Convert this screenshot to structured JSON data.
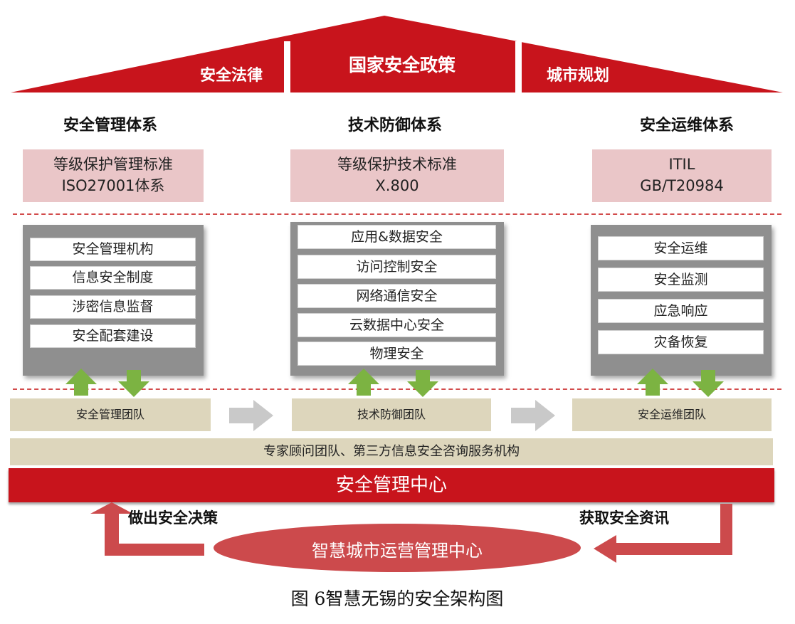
{
  "roof": {
    "left": "安全法律",
    "center": "国家安全政策",
    "right": "城市规划",
    "color": "#c8141c"
  },
  "columns": [
    {
      "heading": "安全管理体系",
      "standard_line1": "等级保护管理标准",
      "standard_line2": "ISO27001体系",
      "items": [
        "安全管理机构",
        "信息安全制度",
        "涉密信息监督",
        "安全配套建设"
      ],
      "team": "安全管理团队"
    },
    {
      "heading": "技术防御体系",
      "standard_line1": "等级保护技术标准",
      "standard_line2": "X.800",
      "items": [
        "应用&数据安全",
        "访问控制安全",
        "网络通信安全",
        "云数据中心安全",
        "物理安全"
      ],
      "team": "技术防御团队"
    },
    {
      "heading": "安全运维体系",
      "standard_line1": "ITIL",
      "standard_line2": "GB/T20984",
      "items": [
        "安全运维",
        "安全监测",
        "应急响应",
        "灾备恢复"
      ],
      "team": "安全运维团队"
    }
  ],
  "expert_bar": "专家顾问团队、第三方信息安全咨询服务机构",
  "center_bar": "安全管理中心",
  "left_flow_label": "做出安全决策",
  "right_flow_label": "获取安全资讯",
  "ops_center": "智慧城市运营管理中心",
  "caption": "图 6智慧无锡的安全架构图",
  "colors": {
    "red": "#c8141c",
    "pink_box": "#eac6c8",
    "tan": "#ddd6bc",
    "green_arrow": "#7cb342",
    "gray_arrow": "#c9c9c9",
    "flow_arrow": "#cc4a4c"
  }
}
